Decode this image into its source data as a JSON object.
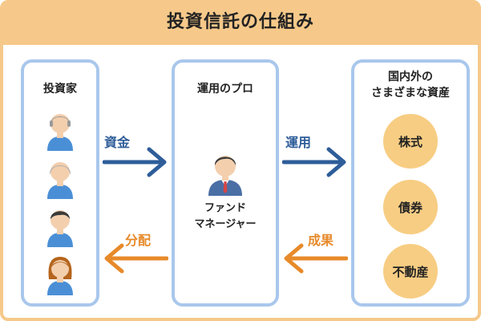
{
  "title": "投資信託の仕組み",
  "investors": {
    "label": "投資家"
  },
  "manager": {
    "label": "運用のプロ",
    "role_line1": "ファンド",
    "role_line2": "マネージャー"
  },
  "assets": {
    "label_line1": "国内外の",
    "label_line2": "さまざまな資産",
    "items": [
      "株式",
      "債券",
      "不動産"
    ]
  },
  "flows": {
    "invest": "資金",
    "operate": "運用",
    "distribute": "分配",
    "returns": "成果"
  },
  "colors": {
    "frame": "#f6c98a",
    "panel_border": "#a9c7ec",
    "asset_circle": "#f7cd83",
    "arrow_blue": "#2e5d99",
    "arrow_orange": "#e78a2a"
  }
}
